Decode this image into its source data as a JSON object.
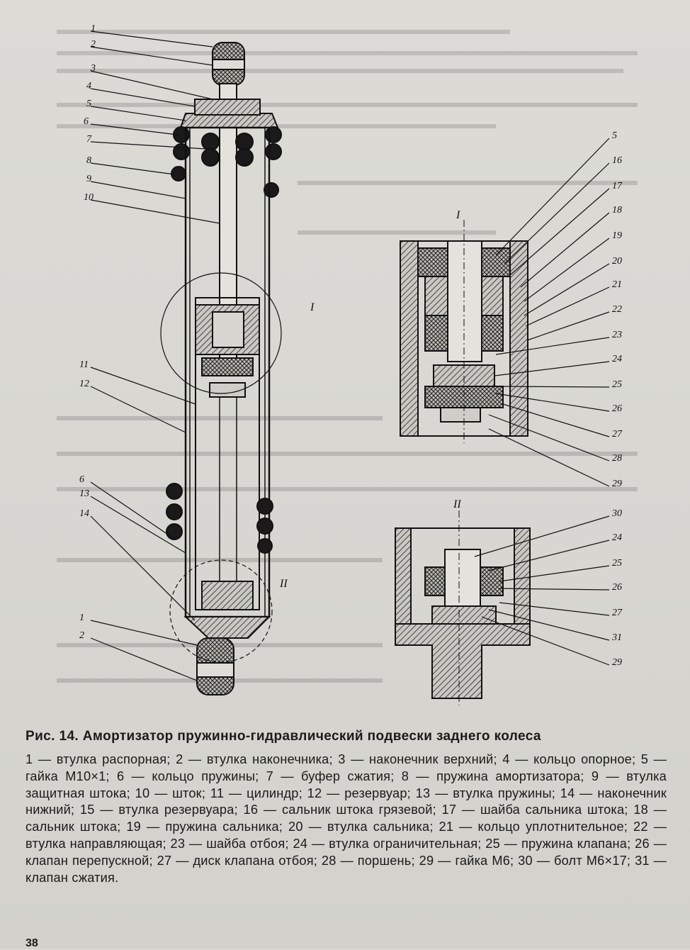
{
  "figure": {
    "labels_left": [
      "1",
      "2",
      "3",
      "4",
      "5",
      "6",
      "7",
      "8",
      "9",
      "10",
      "11",
      "12",
      "6",
      "13",
      "14",
      "1",
      "2"
    ],
    "labels_detail_I": [
      "5",
      "16",
      "17",
      "18",
      "19",
      "20",
      "21",
      "22",
      "23",
      "24",
      "25",
      "26",
      "27",
      "28",
      "29"
    ],
    "labels_detail_II": [
      "30",
      "24",
      "25",
      "26",
      "27",
      "31",
      "29"
    ],
    "callout_I": "I",
    "callout_II": "II"
  },
  "caption": "Рис. 14. Амортизатор пружинно-гидравлический подвески заднего колеса",
  "legend": "1 — втулка распорная; 2 — втулка наконечника; 3 — наконечник верхний; 4 — кольцо опорное; 5 — гайка М10×1; 6 — кольцо пружины; 7 — буфер сжатия; 8 — пружина амортизатора; 9 — втулка защитная штока; 10 — шток; 11 — цилиндр; 12 — резервуар; 13 — втулка пружины; 14 — наконечник нижний; 15 — втулка резервуара; 16 — сальник штока грязевой; 17 — шайба сальника штока; 18 — сальник штока; 19 — пружина сальника; 20 — втулка сальника; 21 — кольцо уплотнительное; 22 — втулка направляющая; 23 — шайба отбоя; 24 — втулка ограничительная; 25 — пружина клапана; 26 — клапан перепускной; 27 — диск клапана отбоя; 28 — поршень; 29 — гайка М6; 30 — болт М6×17; 31 — клапан сжатия.",
  "page_number": "38"
}
